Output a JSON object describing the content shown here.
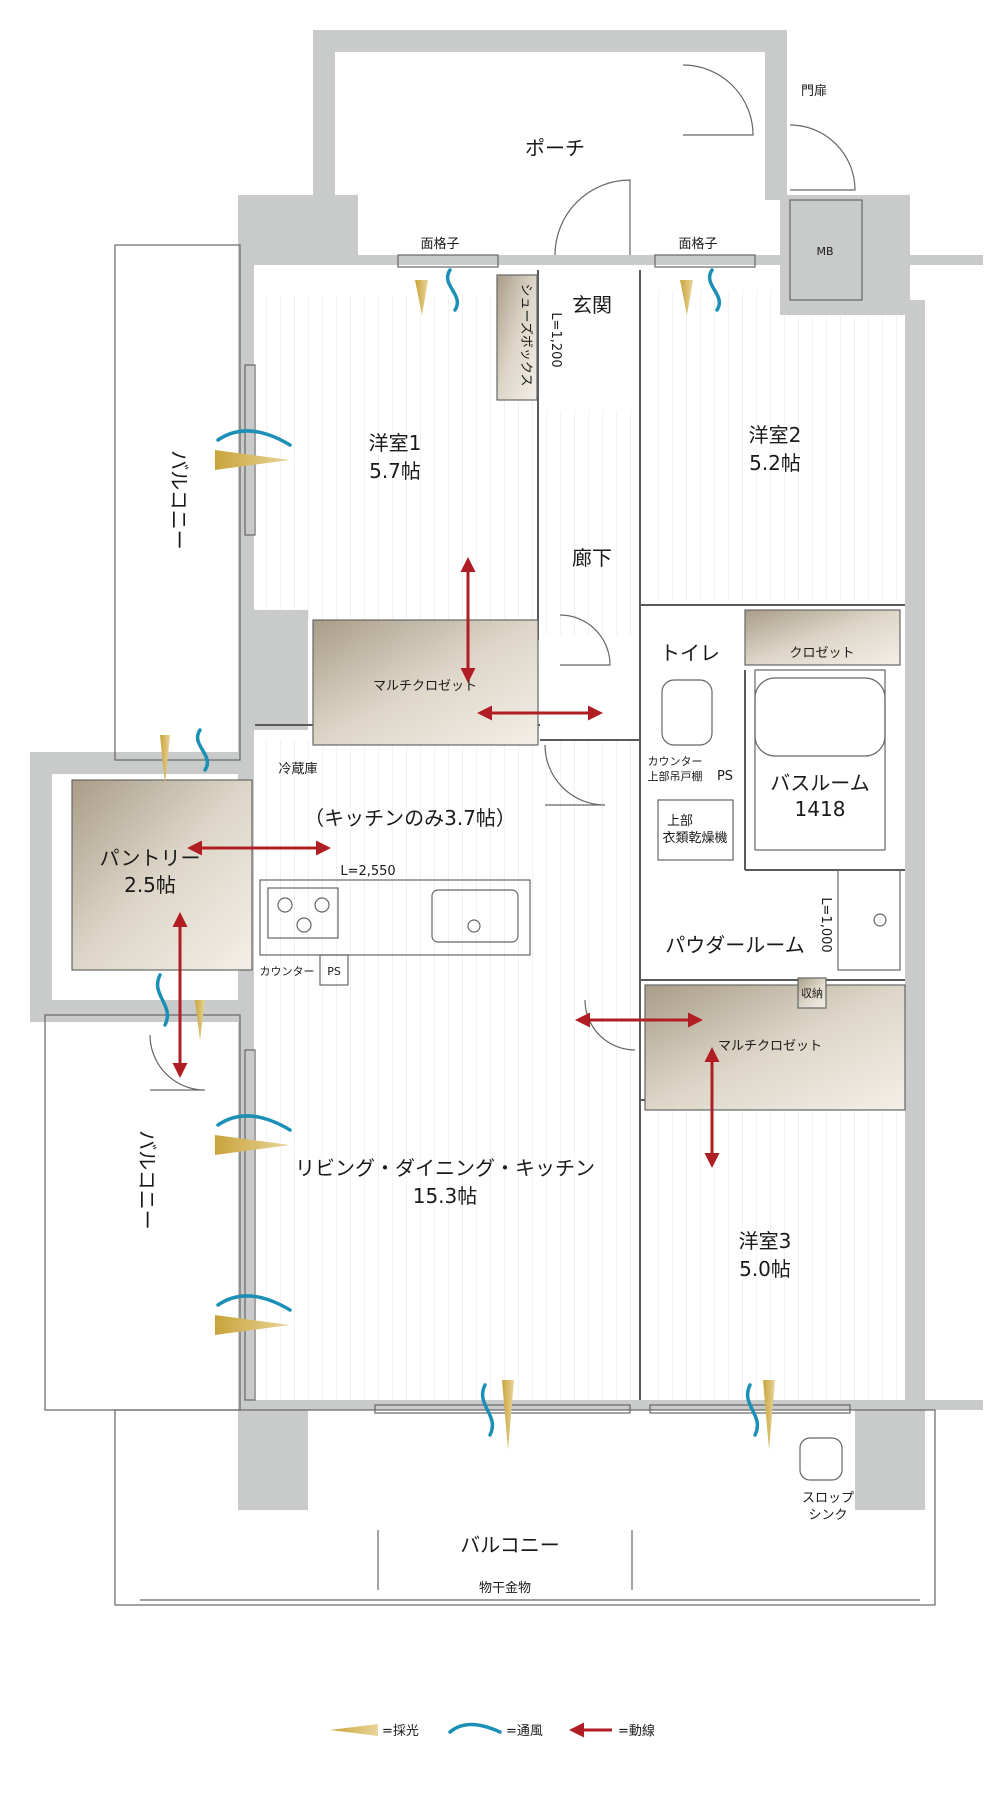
{
  "rooms": {
    "porch": "ポーチ",
    "gate": "門扉",
    "mb": "MB",
    "lattice_left": "面格子",
    "lattice_right": "面格子",
    "entrance": "玄関",
    "shoe_box": "シューズボックス",
    "shoe_box_length": "L=1,200",
    "western1_name": "洋室1",
    "western1_size": "5.7帖",
    "western2_name": "洋室2",
    "western2_size": "5.2帖",
    "balcony_left_top": "バルコニー",
    "corridor": "廊下",
    "toilet": "トイレ",
    "closet": "クロゼット",
    "multi_closet_top": "マルチクロゼット",
    "counter_cabinet_line1": "カウンター",
    "counter_cabinet_line2": "上部吊戸棚",
    "ps_top": "PS",
    "bathroom_name": "バスルーム",
    "bathroom_size": "1418",
    "fridge": "冷蔵庫",
    "kitchen_only": "（キッチンのみ3.7帖）",
    "dryer_line1": "上部",
    "dryer_line2": "衣類乾燥機",
    "pantry_name": "パントリー",
    "pantry_size": "2.5帖",
    "kitchen_length": "L=2,550",
    "powder_room": "パウダールーム",
    "vanity_length": "L=1,000",
    "counter": "カウンター",
    "ps_bottom": "PS",
    "storage": "収納",
    "multi_closet_bottom": "マルチクロゼット",
    "balcony_left_bottom": "バルコニー",
    "ldk_name": "リビング・ダイニング・キッチン",
    "ldk_size": "15.3帖",
    "western3_name": "洋室3",
    "western3_size": "5.0帖",
    "slop_sink_line1": "スロップ",
    "slop_sink_line2": "シンク",
    "balcony_bottom": "バルコニー",
    "laundry_hardware": "物干金物"
  },
  "legend": {
    "light": "=採光",
    "wind": "=通風",
    "flow": "=動線"
  },
  "colors": {
    "wall": "#c9caca",
    "closet": "#c8bea8",
    "flow_arrow": "#b01e23",
    "wind": "#1b8fb5",
    "light": "#c9a33a"
  }
}
